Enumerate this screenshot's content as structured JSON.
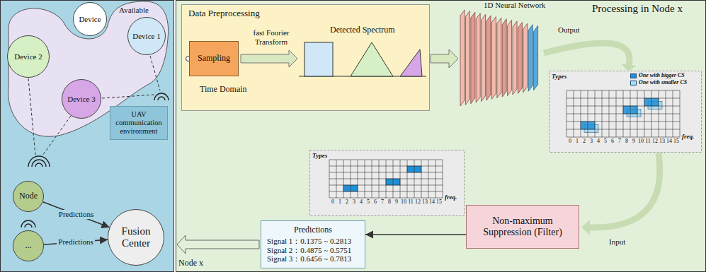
{
  "diagram": {
    "nodes": [
      {
        "text": [
          "Available"
        ]
      },
      {
        "text": [
          "Device"
        ]
      },
      {
        "text": [
          "Device 1"
        ],
        "in": 0
      },
      {
        "text": [
          "Device 2"
        ],
        "in": 0
      },
      {
        "text": [
          "Device 3"
        ],
        "in": 0
      },
      {
        "text": [
          "UAV communication environment"
        ]
      },
      {
        "text": [
          "Node"
        ]
      },
      {
        "text": [
          "..."
        ]
      },
      {
        "text": [
          "Fusion Center"
        ]
      },
      {
        "text": [
          "Processing in Node x",
          "Node x"
        ]
      },
      {
        "text": [
          "Data Preprocessing"
        ],
        "in": 9
      },
      {
        "text": [
          "Sampling"
        ],
        "in": 10
      },
      {
        "text": [
          "Non-maximum Suppression (Filter)"
        ],
        "in": 9
      },
      {
        "text": [
          "Predictions",
          "Signal 1：0.1375 ~ 0.2813",
          "Signal 2：0.4875 ~ 0.5751",
          "Signal 3：0.6456 ~ 0.7813"
        ],
        "in": 9
      }
    ],
    "edges": [
      {
        "from": 6,
        "to": 8,
        "label": "Predictions",
        "arrow": "to"
      },
      {
        "from": 7,
        "to": 8,
        "label": "Predictions",
        "arrow": "to"
      },
      {
        "from": 12,
        "to": 13,
        "arrow": "to"
      }
    ],
    "labels": [
      "Time Domain",
      "fast Fourier Transform",
      "Detected Spectrum",
      "1D Neural Network",
      "Output",
      "Input",
      "Types",
      "0",
      "1",
      "2",
      "3",
      "4",
      "5",
      "6",
      "7",
      "8",
      "9",
      "10",
      "11",
      "12",
      "13",
      "14",
      "15",
      "freq.",
      "Types",
      "0",
      "1",
      "2",
      "3",
      "4",
      "5",
      "6",
      "7",
      "8",
      "9",
      "10",
      "11",
      "12",
      "13",
      "14",
      "15",
      "freq."
    ],
    "legend": [
      {
        "text": "One with bigger CS",
        "color": "#1f8fd6"
      },
      {
        "text": "One with smaller CS",
        "color": "#aadcf2"
      }
    ]
  }
}
